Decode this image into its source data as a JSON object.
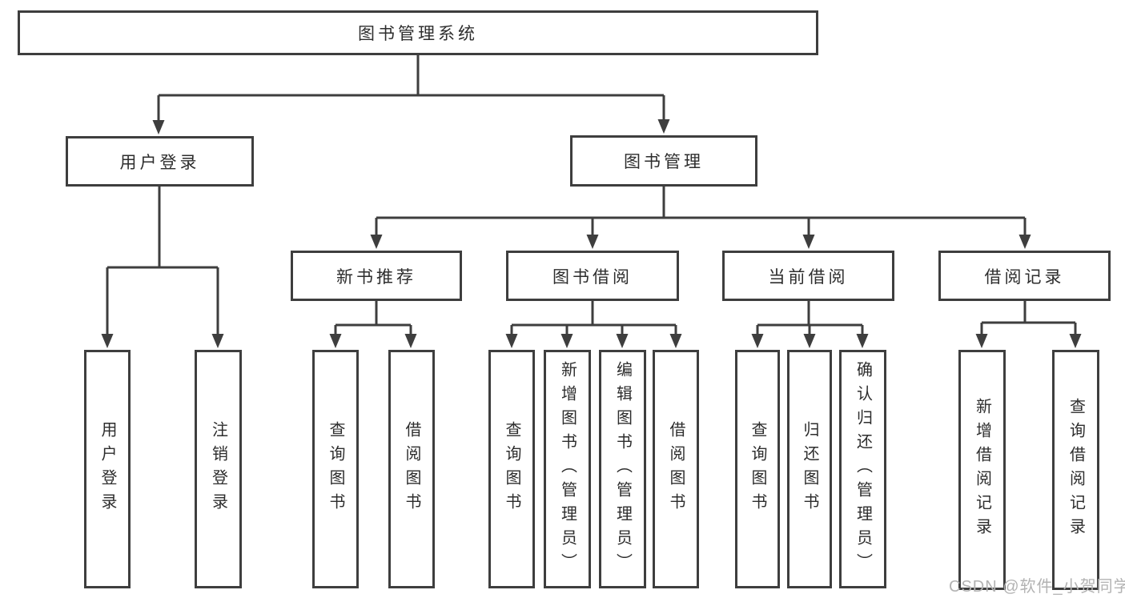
{
  "diagram": {
    "root": "图书管理系统",
    "branches": [
      {
        "label": "用户登录",
        "children": [
          "用户登录",
          "注销登录"
        ]
      },
      {
        "label": "图书管理",
        "children": [
          {
            "label": "新书推荐",
            "children": [
              "查询图书",
              "借阅图书"
            ]
          },
          {
            "label": "图书借阅",
            "children": [
              "查询图书",
              "新增图书（管理员）",
              "编辑图书（管理员）",
              "借阅图书"
            ]
          },
          {
            "label": "当前借阅",
            "children": [
              "查询图书",
              "归还图书",
              "确认归还（管理员）"
            ]
          },
          {
            "label": "借阅记录",
            "children": [
              "新增借阅记录",
              "查询借阅记录"
            ]
          }
        ]
      }
    ]
  },
  "watermark": "CSDN @软件_小贺同学",
  "colors": {
    "line": "#3e3e3e",
    "text": "#2d2d2d",
    "watermark": "#b3b3b3",
    "background": "#ffffff"
  }
}
